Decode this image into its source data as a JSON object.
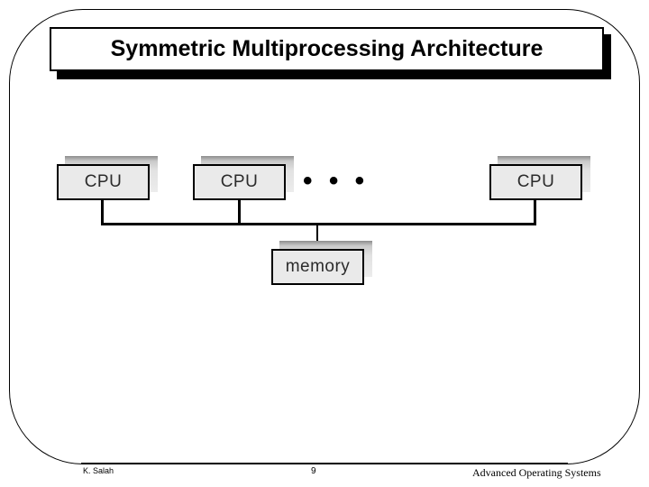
{
  "slide": {
    "title": "Symmetric Multiprocessing Architecture",
    "ellipsis": "• • •"
  },
  "diagram": {
    "type": "block-diagram",
    "nodes": [
      {
        "id": "cpu-0",
        "label": "CPU"
      },
      {
        "id": "cpu-1",
        "label": "CPU"
      },
      {
        "id": "cpu-2",
        "label": "CPU"
      },
      {
        "id": "memory",
        "label": "memory"
      }
    ],
    "connections": [
      {
        "from": "cpu-0",
        "to": "bus"
      },
      {
        "from": "cpu-1",
        "to": "bus"
      },
      {
        "from": "cpu-2",
        "to": "bus"
      },
      {
        "from": "bus",
        "to": "memory"
      }
    ],
    "colors": {
      "node_fill": "#eaeaea",
      "node_border": "#000000",
      "node_shadow": "#c9c9c9",
      "wire": "#000000"
    }
  },
  "footer": {
    "author": "K. Salah",
    "page_number": "9",
    "course": "Advanced Operating Systems"
  }
}
